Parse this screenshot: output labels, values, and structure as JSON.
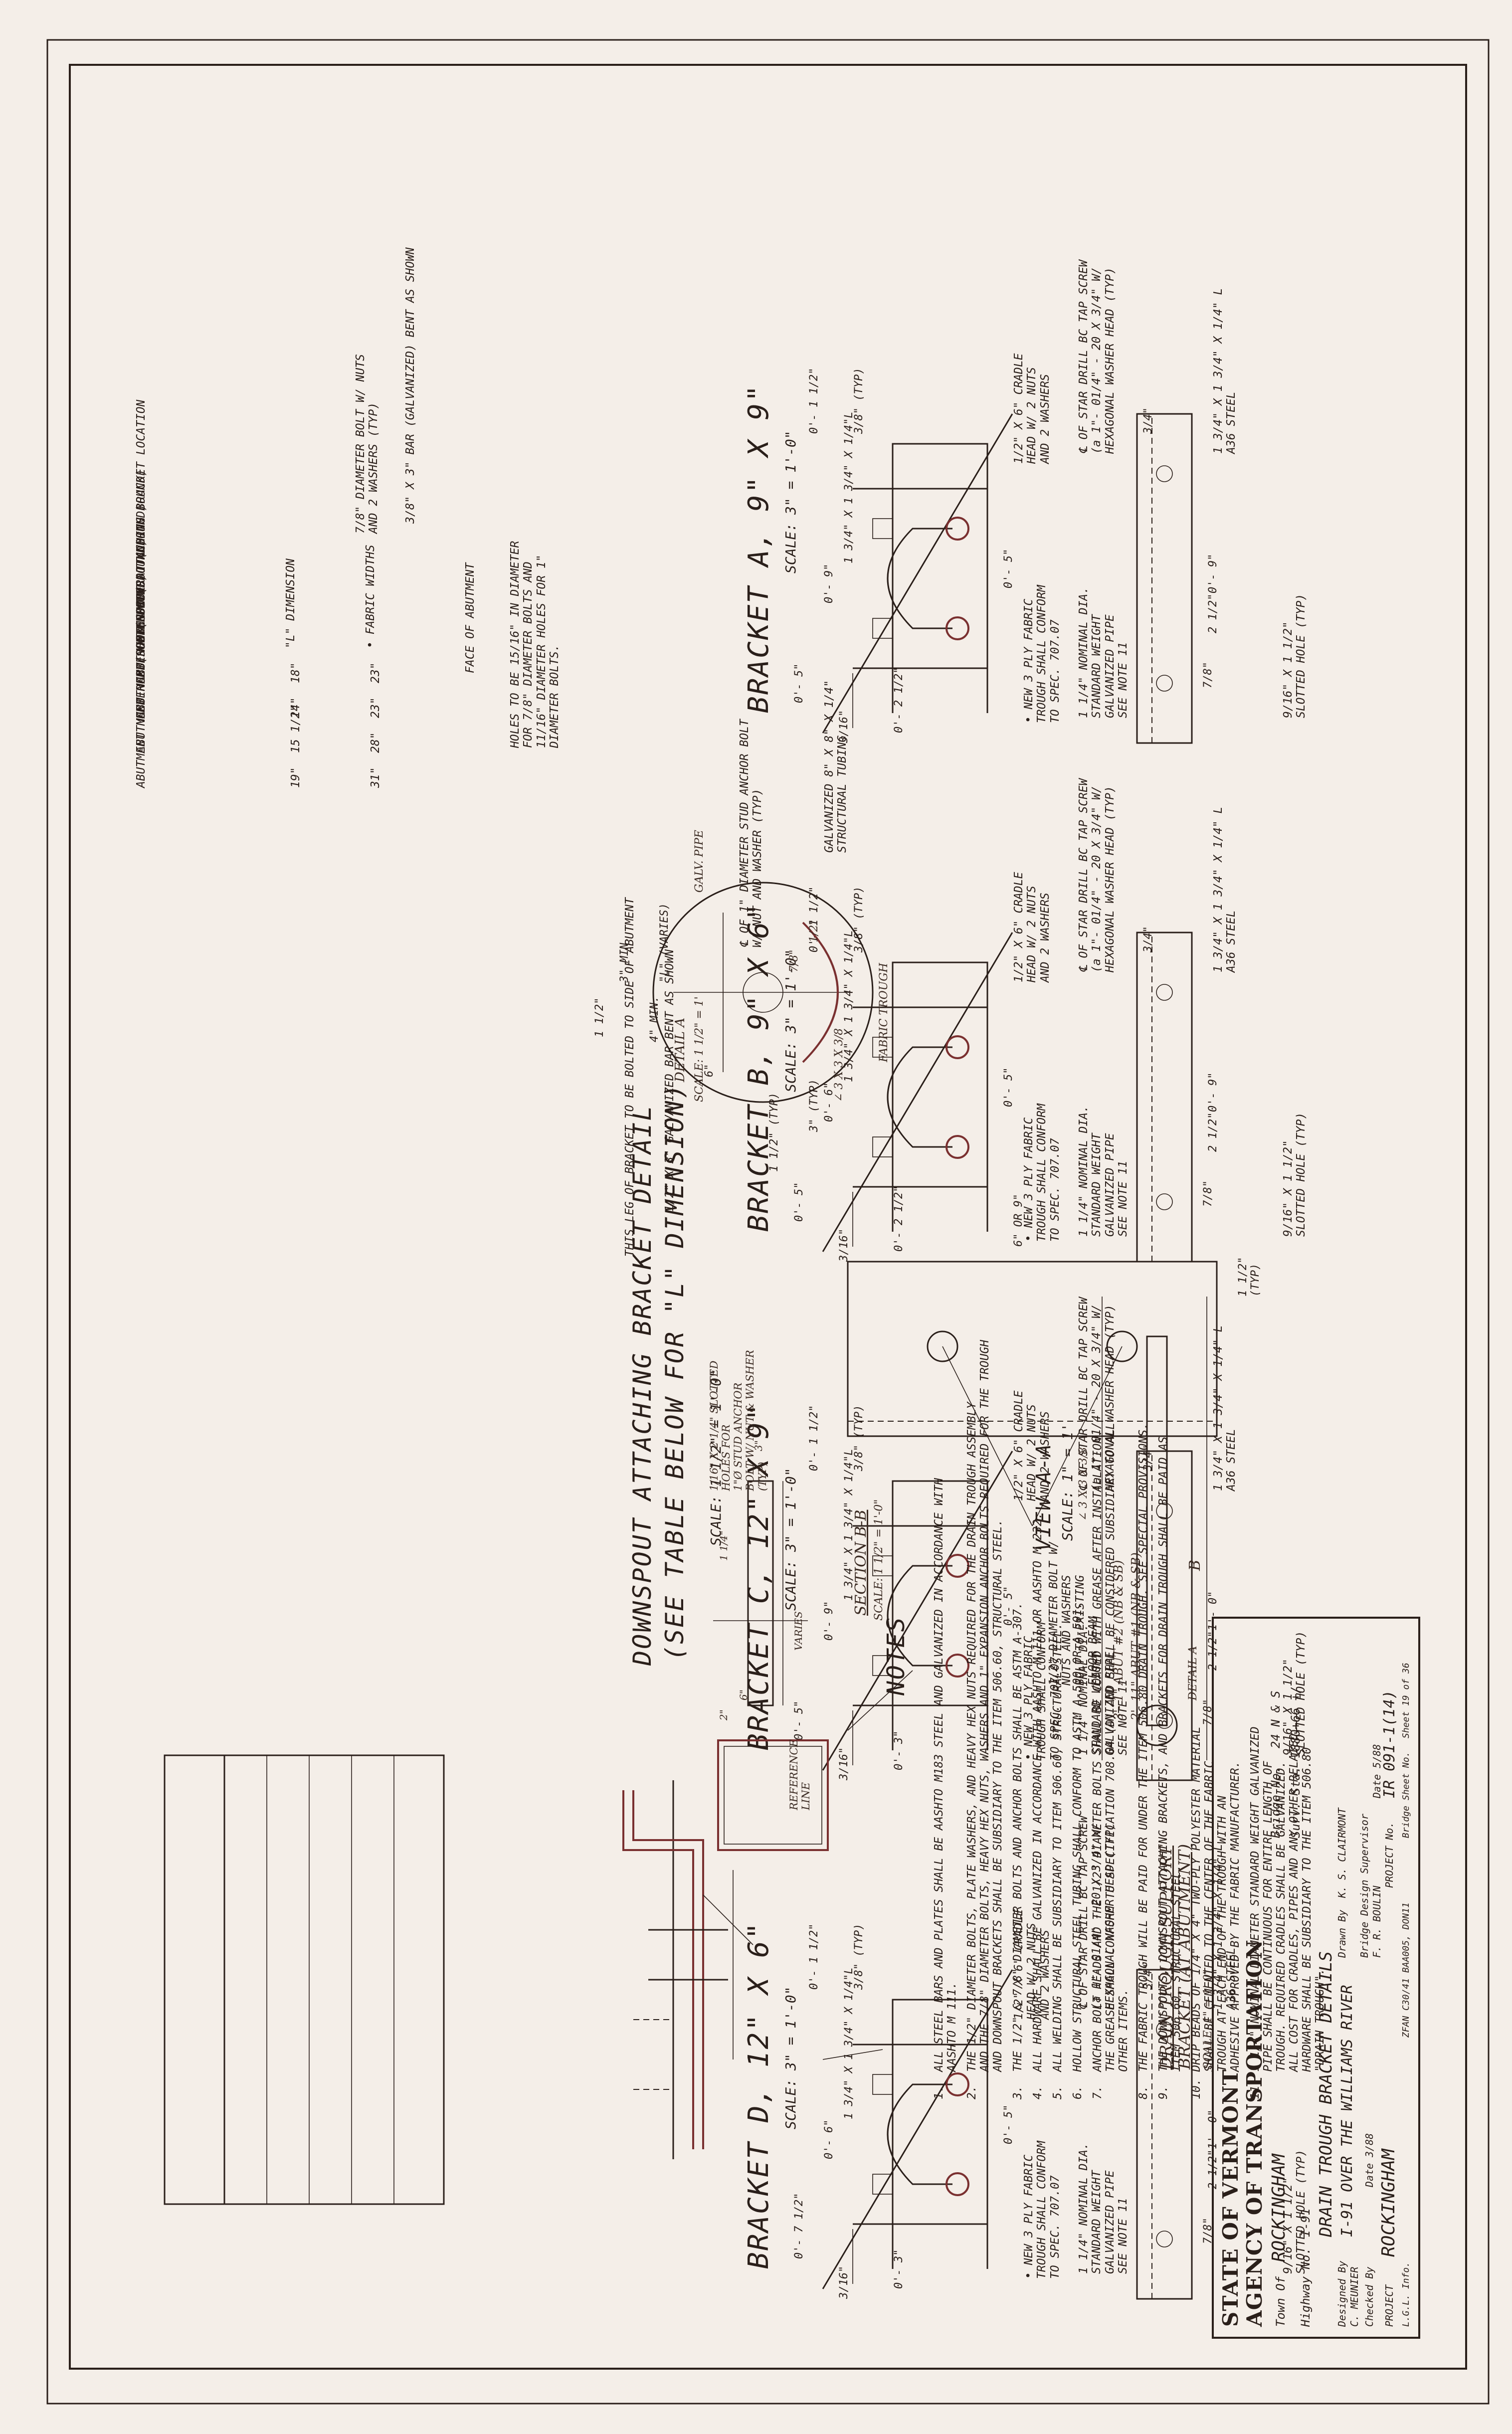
{
  "brackets": [
    {
      "title": "BRACKET A, 9\" X 9\"",
      "scale": "SCALE: 3\" = 1'-0\"",
      "overall": "0'- 9\"",
      "width": "0'- 9\"",
      "offset": "0'- 5\"",
      "cradle_w": "0'- 5\"",
      "lower": "0'- 1 1/2\"",
      "side": "0'- 2 1/2\""
    },
    {
      "title": "BRACKET B, 9\" X 6\"",
      "scale": "SCALE: 3\" = 1'-0\"",
      "overall": "0'- 9\"",
      "width": "0'- 6\"",
      "offset": "0'- 5\"",
      "cradle_w": "0'- 5\"",
      "lower": "0'- 1 1/2\"",
      "side": "0'- 2 1/2\""
    },
    {
      "title": "BRACKET C, 12\" X 9\"",
      "scale": "SCALE: 3\" = 1'-0\"",
      "overall": "1'- 0\"",
      "width": "0'- 9\"",
      "offset": "0'- 5\"",
      "cradle_w": "0'- 5\"",
      "lower": "0'- 1 1/2\"",
      "side": "0'- 3\""
    },
    {
      "title": "BRACKET D, 12\" X 6\"",
      "scale": "SCALE: 3\" = 1'-0\"",
      "overall": "1'- 0\"",
      "width": "0'- 6\"",
      "offset": "0'- 7 1/2\"",
      "cradle_w": "0'- 5\"",
      "lower": "0'- 1 1/2\"",
      "side": "0'- 3\""
    }
  ],
  "bracket_labels": {
    "slotted": "9/16\" X 1 1/2\"\nSLOTTED HOLE (TYP)",
    "fabric": "• NEW 3 PLY FABRIC\nTROUGH SHALL CONFORM\nTO SPEC. 707.07",
    "pipe": "1 1/4\" NOMINAL DIA.\nSTANDARD WEIGHT\nGALVANIZED PIPE\nSEE NOTE 11",
    "steel": "1 3/4\" X 1 3/4\" X 1/4\" L\nA36 STEEL",
    "screw": "℄ OF STAR DRILL BC TAP SCREW\n(a 1\"- 01/4\" - 20 X 3/4\" W/\nHEXAGONAL WASHER HEAD (TYP)",
    "cradle": "1/2\" X 6\" CRADLE\nHEAD W/ 2 NUTS\nAND 2 WASHERS",
    "typ": "3/8\" (TYP)",
    "dim_78": "7/8\"",
    "dim_212": "2 1/2\"",
    "dim_34": "3/4\"",
    "dim_316": "3/16\"",
    "angle_size": "1 3/4\" X 1 3/4\" X 1/4\"L"
  },
  "downspout": {
    "title": "DOWNSPOUT ATTACHING BRACKET DETAIL",
    "subtitle": "(SEE TABLE BELOW FOR \"L\" DIMENSION)",
    "scale": "SCALE: 1 1/2\" = 1'-0\"",
    "labels": [
      "7/8\" DIAMETER BOLT W/ NUTS\nAND 2 WASHERS (TYP)",
      "3/8\" X 3\" BAR (GALVANIZED) BENT AS SHOWN",
      "FACE OF ABUTMENT",
      "HOLES TO BE 15/16\" IN DIAMETER\nFOR 7/8\" DIAMETER BOLTS AND\n11/16\" DIAMETER HOLES FOR 1\"\nDIAMETER BOLTS.",
      "GALVANIZED 8\" X 8\" X 1/4\"\nSTRUCTURAL TUBING",
      "℄ OF 1\" DIAMETER STUD ANCHOR BOLT\nW/ NUT AND WASHER (TYP)",
      "THIS LEG OF BRACKET TO BE BOLTED TO SIDE OF ABUTMENT",
      "1/2\" X 3\" GALVANIZED BAR BENT AS SHOWN"
    ],
    "dims": [
      "\"L\" (VARIES)",
      "3\" MIN.",
      "4\" MIN.",
      "6\"",
      "1 1/2\"",
      "3\" (TYP)",
      "1 1/2\" (TYP)"
    ]
  },
  "table": {
    "headers": [
      "DOWNSPOUT ATTACHING BRACKET LOCATION",
      "\"L\" DIMENSION",
      "• FABRIC WIDTHS"
    ],
    "rows": [
      [
        "ABUTMENT NUMBER 1 (NORTH BOUND)",
        "18\"",
        "23\""
      ],
      [
        "ABUTMENT NUMBER 1 (SOUTH BOUND)",
        "14\"",
        "23\""
      ],
      [
        "ABUTMENT NUMBER 2 (NORTH BOUND)",
        "15 1/2\"",
        "28\""
      ],
      [
        "ABUTMENT NUMBER 2 (SOUTH BOUND)",
        "19\"",
        "31\""
      ]
    ]
  },
  "detail_a": {
    "title": "DETAIL A",
    "scale": "SCALE: 1 1/2\" = 1'",
    "labels": [
      "GALV. PIPE",
      "FABRIC TROUGH",
      "∠ 3 X 3 X 3/8",
      "7/8\"",
      "1/2\""
    ]
  },
  "section_bb": {
    "title": "SECTION B-B",
    "scale": "SCALE: 1 1/2\" = 1'-0\"",
    "labels": [
      "1/16\" X 2 1/4\" SLOTTED\nHOLES FOR\n1\"Ø STUD ANCHOR\nBOLT W/ NUT & WASHER\n(TYP)",
      "REFERENCE\nLINE",
      "VARIES",
      "1 1/4\"",
      "2\"",
      "3\"",
      "6\""
    ]
  },
  "view_aa": {
    "title": "VIEW A-A",
    "scale": "SCALE: 1\" = 1'",
    "dim": "6\" OR 9\"",
    "dim2": "1 1/2\"\n(TYP)",
    "label": "1/2\" DIAMETER BOLT W/\nNUTS AND WASHERS\nBOLT TO EXISTING\nFLOOR BEAM"
  },
  "support": {
    "title": "DRAIN TROUGH SUPPORT\nBRACKET (AT ABUTMENT)",
    "scale": "SCALE: 1\" = 1'-0\"",
    "dim1": "3'- 1\" ABUT #2 (NB & SB)",
    "dim2": "2'- 11\" ABUT #1 (NB & SB)",
    "angle": "∠ 3 X 3 X 3/8",
    "detail": "DETAIL A",
    "b_label": "B"
  },
  "notes": {
    "title": "NOTES",
    "items": [
      "1.  ALL STEEL BARS AND PLATES SHALL BE AASHTO M183 STEEL AND GALVANIZED IN ACCORDANCE WITH\n    AASHTO M 111.",
      "2.  THE 1/2\" DIAMETER BOLTS, PLATE WASHERS, AND HEAVY HEX NUTS REQUIRED FOR THE DRAIN TROUGH ASSEMBLY\n    AND THE 7/8\" DIAMETER BOLTS, HEAVY HEX NUTS, WASHERS AND 1\" EXPANSION ANCHOR BOLTS REQUIRED FOR THE TROUGH\n    AND DOWNSPOUT BRACKETS SHALL BE SUBSIDIARY TO THE ITEM 506.60, STRUCTURAL STEEL.",
      "3.  THE 1/2\" & 7/8\" DIAMETER BOLTS AND ANCHOR BOLTS SHALL BE ASTM A-307.",
      "4.  ALL HARDWARE SHALL BE GALVANIZED IN ACCORDANCE WITH AASHTO M 111 OR AASHTO M 232.",
      "5.  ALL WELDING SHALL BE SUBSIDIARY TO ITEM 506.60, STRUCTURAL STEEL.",
      "6.  HOLLOW STRUCTURAL STEEL TUBING SHALL CONFORM TO ASTM A-500 OR A-501.",
      "7.  ANCHOR BOLT HEADS AND THE 1/2\" DIAMETER BOLTS SHALL BE COATED WITH GREASE AFTER INSTALLATION.\n    THE GREASE SHALL CONFORM TO SPECIFICATION 708.04 (D) AND SHALL BE CONSIDERED SUBSIDIARY TO ALL\n    OTHER ITEMS.",
      "8.  THE FABRIC TROUGH WILL BE PAID FOR UNDER THE ITEM 506.80 DRAIN TROUGH. SEE SPECIAL PROVISIONS.",
      "9.  THE DOWNSPOUTS, DOWNSPOUT ATTACHING BRACKETS, AND BRACKETS FOR DRAIN TROUGH SHALL BE PAID AS\n    ITEM 506.60, STRUCTURAL STEEL.",
      "10. DRIP BEADS OF 1/4\" X 4\" TWO-PLY POLYESTER MATERIAL\n    SHALL BE CEMENTED TO THE CENTER OF THE FABRIC\n    TROUGH AT EACH END OF THE TROUGH WITH AN\n    ADHESIVE APPROVED BY THE FABRIC MANUFACTURER.",
      "11. 1 1/4\" NOMINAL DIAMETER STANDARD WEIGHT GALVANIZED\n    PIPE SHALL BE CONTINUOUS FOR ENTIRE LENGTH OF\n    TROUGH. REQUIRED CRADLES SHALL BE GALVANIZED.\n    ALL COST FOR CRADLES, PIPES AND ANY OTHER RELATED\n    HARDWARE SHALL BE SUBSIDIARY TO THE ITEM 506.80\n    \"DRAIN TROUGH\"."
    ]
  },
  "title_block": {
    "agency": "STATE OF VERMONT\nAGENCY OF TRANSPORTATION",
    "town_label": "Town Of",
    "town": "ROCKINGHAM",
    "bridge_label": "Bridge No.",
    "bridge": "24 N & S",
    "highway_label": "Highway No.",
    "highway": "I-91",
    "surv_label": "Surv. Sta.",
    "surv": "1880+66 +/-",
    "sheet_title": "DRAIN TROUGH BRACKET DETAILS",
    "sheet_sub": "I-91 OVER THE WILLIAMS RIVER",
    "designed_label": "Designed By",
    "designed": "C. MEUNIER",
    "drawn_label": "Drawn By",
    "drawn": "K. S. CLAIRMONT",
    "checked_label": "Checked By",
    "checked": "F. R. BOULIN",
    "date_label": "Date",
    "date": "3/88",
    "supervisor_label": "Bridge Design Supervisor",
    "supervisor_date": "Date 5/88",
    "project_label": "PROJECT",
    "project": "ROCKINGHAM",
    "project_no_label": "PROJECT No.",
    "project_no": "IR 091-1(14)",
    "lg_label": "L.G.L. Info.",
    "lg": "ZFAN C30/41 BAA005, DON11",
    "sheet_label": "Bridge Sheet No.",
    "sheet": "Sheet 19 of 36"
  }
}
